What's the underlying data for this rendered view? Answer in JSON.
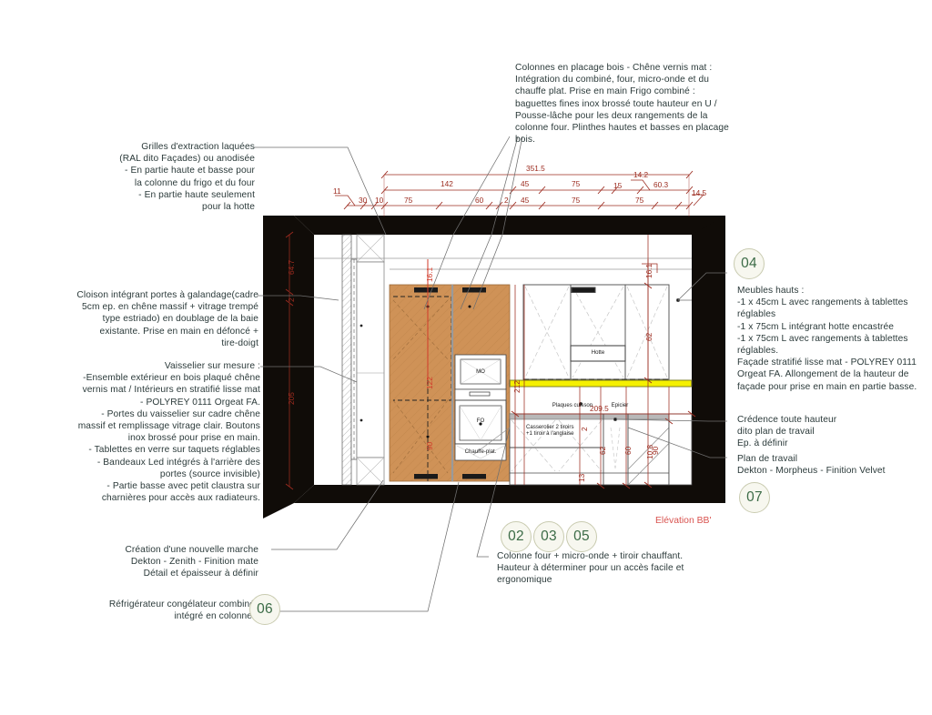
{
  "sheet": {
    "elevation_label": "Elévation BB'",
    "accent_dim_color": "#9c2b1f",
    "note_color": "#2b3a3a",
    "callout_text_color": "#3b6b46",
    "callout_fill": "#f7f7ef",
    "wood_color": "#cf9257",
    "worktop_color": "#f5f000",
    "wall_color": "#100c08"
  },
  "notes": {
    "grilles": "Grilles d'extraction laquées\n(RAL dito Façades) ou anodisée\n- En partie haute et basse pour\nla colonne du frigo et du four\n- En partie haute seulement\npour la hotte",
    "colonnes": "Colonnes en placage bois - Chêne vernis mat :\nIntégration du combiné, four, micro-onde et du\nchauffe plat. Prise en main Frigo combiné :\nbaguettes fines inox brossé toute hauteur en U /\nPousse-lâche pour les deux rangements de la\ncolonne four. Plinthes hautes et basses en placage\nbois.",
    "cloison": "Cloison intégrant portes à galandage(cadre\n5cm ep. en chêne massif + vitrage trempé\ntype estriado) en doublage de la baie\nexistante. Prise en main en défoncé +\ntire-doigt",
    "vaisselier": "Vaisselier sur mesure :\n-Ensemble extérieur en bois plaqué chêne\nvernis mat / Intérieurs en stratifié lisse mat\n- POLYREY 0111 Orgeat FA.\n- Portes du vaisselier sur cadre chêne\nmassif et remplissage vitrage clair. Boutons\ninox brossé pour prise en main.\n- Tablettes en verre sur taquets réglables\n- Bandeaux Led intégrés à l'arrière des\nportes (source invisible)\n- Partie basse avec petit claustra sur\ncharnières pour accès aux radiateurs.",
    "marche": "Création d'une nouvelle marche\nDekton - Zenith - Finition mate\nDétail et épaisseur à définir",
    "frigo": "Réfrigérateur congélateur combiné\nintégré en colonne.",
    "colonne_four": "Colonne four + micro-onde + tiroir chauffant.\nHauteur à déterminer pour un accès facile et\nergonomique",
    "meubles_hauts": "Meubles hauts :\n-1 x 45cm L avec rangements à tablettes\nréglables\n-1 x 75cm L intégrant hotte encastrée\n-1 x 75cm L avec rangements à tablettes\nréglables.\nFaçade stratifié lisse mat - POLYREY 0111\nOrgeat FA. Allongement de la hauteur de\nfaçade pour prise en main en partie basse.",
    "credence": "Crédence toute hauteur\ndito plan de travail\nEp. à définir",
    "plan_travail": "Plan de travail\nDekton - Morpheus - Finition Velvet"
  },
  "callouts": {
    "c02": "02",
    "c03": "03",
    "c05": "05",
    "c04": "04",
    "c06": "06",
    "c07": "07"
  },
  "dimensions": {
    "top_row1": [
      "351.5"
    ],
    "top_row2": [
      "142",
      "45",
      "75",
      "15",
      "14.2",
      "60.3"
    ],
    "top_row3": [
      "11",
      "30",
      "10",
      "75",
      "60",
      "2",
      "45",
      "75",
      "75",
      "14.5"
    ],
    "left_vertical": [
      "64.7",
      "2",
      "205"
    ],
    "inner_vertical": [
      "16.1",
      "122",
      "90"
    ],
    "right_vertical": [
      "16.1",
      "62",
      "212",
      "62",
      "60",
      "10.8",
      "90",
      "13"
    ],
    "horizontal_inner": [
      "209.5",
      "2"
    ]
  },
  "appliance_labels": {
    "mo": "MO",
    "fo": "FO",
    "chauffe_plat": "Chauffe-plat.",
    "hotte": "Hotte",
    "plaques": "Plaques cuisson",
    "epicier": "Epicier",
    "casserolier": "Casserolier 2 tiroirs\n+1 tiroir à l'anglaise"
  }
}
